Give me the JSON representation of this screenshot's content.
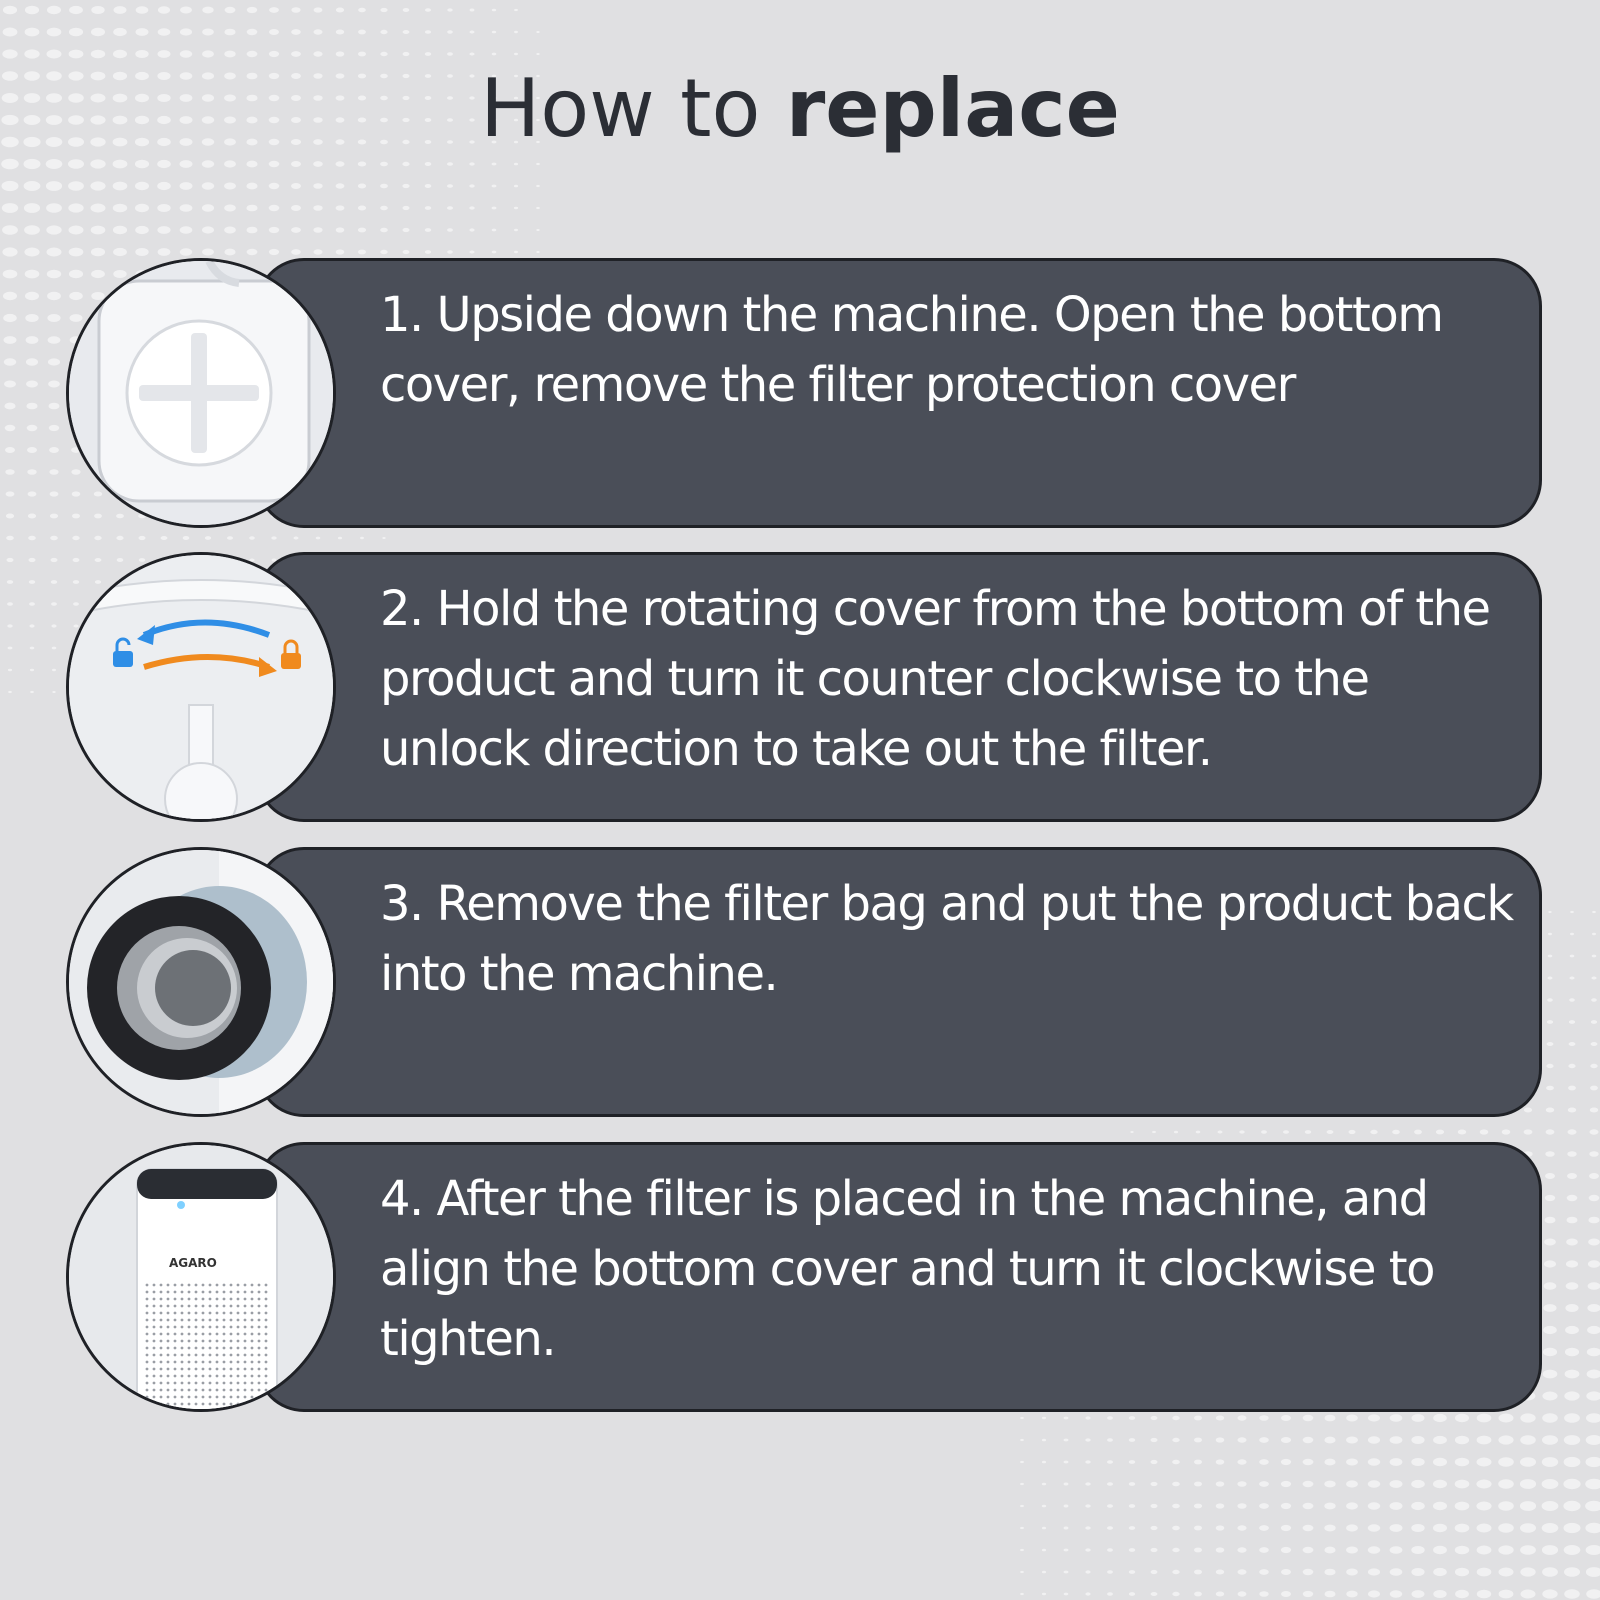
{
  "title": {
    "regular": "How to ",
    "bold": "replace"
  },
  "steps": [
    {
      "text": "1. Upside down the machine. Open the bottom cover, remove the filter protection cover",
      "image": "filter-protection-cover-image"
    },
    {
      "text": "2. Hold the rotating cover from the bottom of the product and turn it counter clockwise to the unlock direction to take out the filter.",
      "image": "rotating-cover-unlock-image"
    },
    {
      "text": "3. Remove the filter bag and put the product back into the machine.",
      "image": "filter-cylinder-image"
    },
    {
      "text": "4. After the filter is placed in the machine, and align the bottom cover and turn it clockwise to tighten.",
      "image": "air-purifier-image",
      "brand": "AGARO"
    }
  ],
  "colors": {
    "background": "#e0e0e2",
    "card": "#4a4e58",
    "card_border": "#1f2126",
    "title": "#2b2e35",
    "step_text": "#ffffff",
    "arrow_blue": "#2f8ee6",
    "arrow_orange": "#f08a1e"
  }
}
